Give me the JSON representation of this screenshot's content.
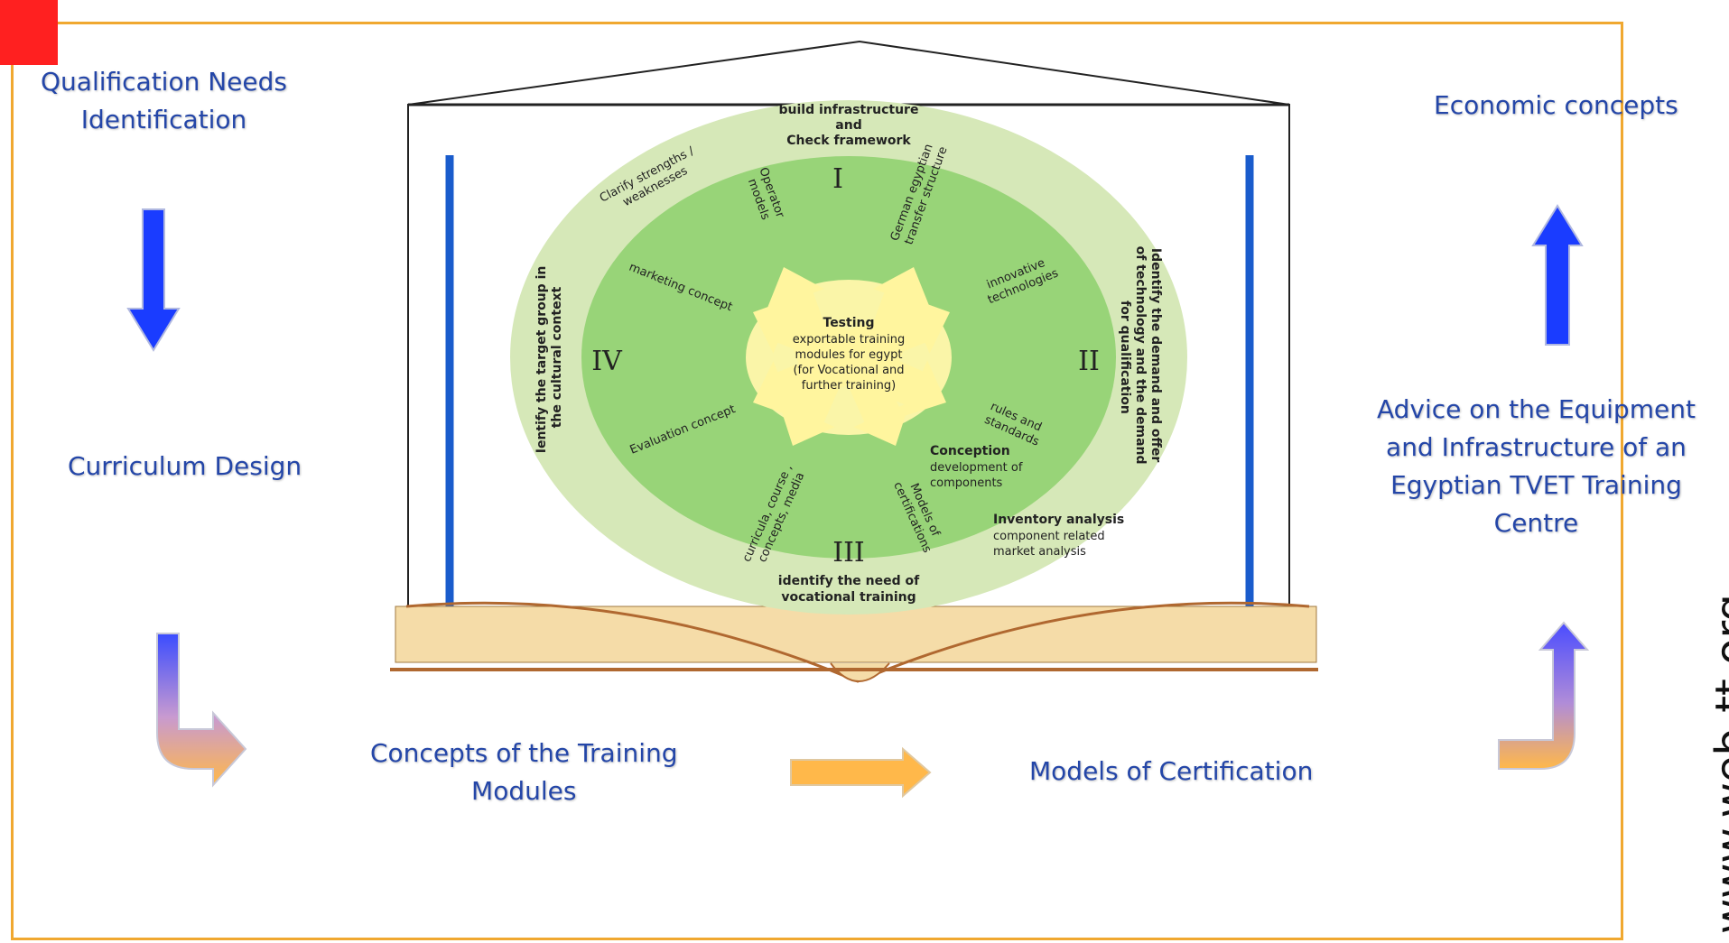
{
  "side_labels": {
    "qualification": [
      "Qualification Needs",
      "Identification"
    ],
    "curriculum": "Curriculum Design",
    "concepts_training": [
      "Concepts of the Training",
      "Modules"
    ],
    "models_certification": "Models of Certification",
    "advice": [
      "Advice on the Equipment",
      "and Infrastructure of an",
      "Egyptian TVET Training",
      "Centre"
    ],
    "economic": "Economic concepts"
  },
  "website": "www.web-tt.org",
  "diagram": {
    "top_text": [
      "build infrastructure",
      "and",
      "Check framework"
    ],
    "bottom_text": [
      "identify the need of",
      "vocational training"
    ],
    "left_text": [
      "Ientify the target group in",
      "the cultural context"
    ],
    "right_text": [
      "Identify the demand and offer",
      "of technology and the demand",
      "for qualification"
    ],
    "clarify": [
      "Clarify strengths /",
      "weaknesses"
    ],
    "quadrants": {
      "q1": "I",
      "q2": "II",
      "q3": "III",
      "q4": "IV"
    },
    "center": {
      "title": "Testing",
      "lines": [
        "exportable training",
        "modules for egypt",
        "(for Vocational and",
        "further training)"
      ]
    },
    "arrows": {
      "operator": [
        "Operator",
        "models"
      ],
      "german": [
        "German egyptian",
        "transfer structure"
      ],
      "innovative": [
        "innovative",
        "technologies"
      ],
      "rules": [
        "rules and",
        "standards"
      ],
      "models_cert": [
        "Models of",
        "certifications"
      ],
      "curricula": [
        "curricula, course ,",
        "concepts, media"
      ],
      "evaluation": "Evaluation concept",
      "marketing": "marketing concept"
    },
    "conception": {
      "title": "Conception",
      "lines": [
        "development of",
        "components"
      ]
    },
    "inventory": {
      "title": "Inventory analysis",
      "lines": [
        "component related",
        "market analysis"
      ]
    }
  },
  "colors": {
    "frame": "#f0a830",
    "blue_arrow": "#1a3cff",
    "orange_arrow": "#ffb84a",
    "label_text": "#2446a8",
    "outer_ring": "#d6e8b8",
    "middle_ring": "#98d478",
    "center": "#faf5a8",
    "arrow_fill": "#fff59e"
  }
}
